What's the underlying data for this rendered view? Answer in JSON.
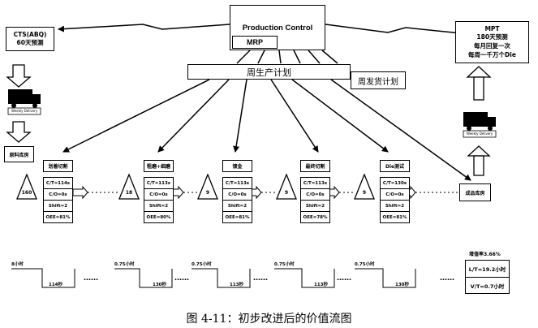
{
  "production_control": {
    "title": "Production Control",
    "mrp": "MRP"
  },
  "customer": {
    "name": "CTS(ABQ)",
    "forecast": "60天预测"
  },
  "supplier": {
    "name": "MPT",
    "lines": [
      "180天预测",
      "每月回复一次",
      "每周一千万个Die"
    ]
  },
  "schedules": {
    "weekly": "周生产计划",
    "shipping": "周发货计划"
  },
  "truck": {
    "label": "Weekly Delivery"
  },
  "raw_store": "原料库房",
  "finished_store": "成品库房",
  "processes": [
    {
      "name": "划着切割",
      "inventory": "160",
      "rows": [
        "C/T=114s",
        "C/O=0s",
        "Shift=2",
        "OEE=81%"
      ]
    },
    {
      "name": "粗磨+细磨",
      "inventory": "18",
      "rows": [
        "C/T=113s",
        "C/O=0s",
        "Shift=2",
        "OEE=80%"
      ]
    },
    {
      "name": "镀金",
      "inventory": "9",
      "rows": [
        "C/T=113s",
        "C/O=0s",
        "Shift=2",
        "OEE=81%"
      ]
    },
    {
      "name": "最终切割",
      "inventory": "9",
      "rows": [
        "C/T=113s",
        "C/O=0s",
        "Shift=2",
        "OEE=78%"
      ]
    },
    {
      "name": "Die测试",
      "inventory": "9",
      "rows": [
        "C/T=130s",
        "C/O=0s",
        "Shift=2",
        "OEE=81%"
      ]
    }
  ],
  "timeline": {
    "waits": [
      "8小时",
      "0.75小时",
      "0.75小时",
      "0.75小时",
      "0.75小时"
    ],
    "process_times": [
      "114秒",
      "130秒",
      "113秒",
      "113秒",
      "130秒"
    ],
    "ellipsis": "……",
    "value_ratio": "增值率3.66%",
    "lead_time": "L/T=19.2小时",
    "value_time": "V/T=0.7小时"
  },
  "caption": "图 4-11：初步改进后的价值流图"
}
